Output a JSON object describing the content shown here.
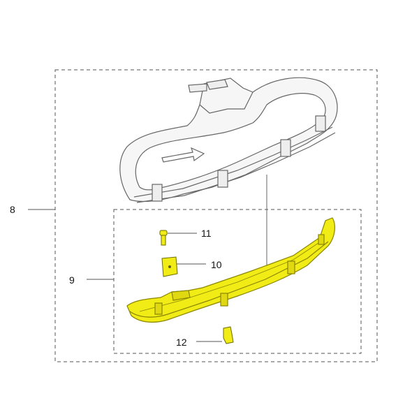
{
  "callouts": {
    "assembly_guard": "8",
    "assembly_skirt": "9",
    "part_clip": "10",
    "part_screw": "11",
    "part_blade_hook": "12"
  },
  "colors": {
    "highlight_yellow": "#f2ec16",
    "highlight_outline": "#8a8600",
    "guard_fill": "#f7f7f7",
    "line_gray": "#6f6f6f",
    "dashed_box": "#555555"
  }
}
